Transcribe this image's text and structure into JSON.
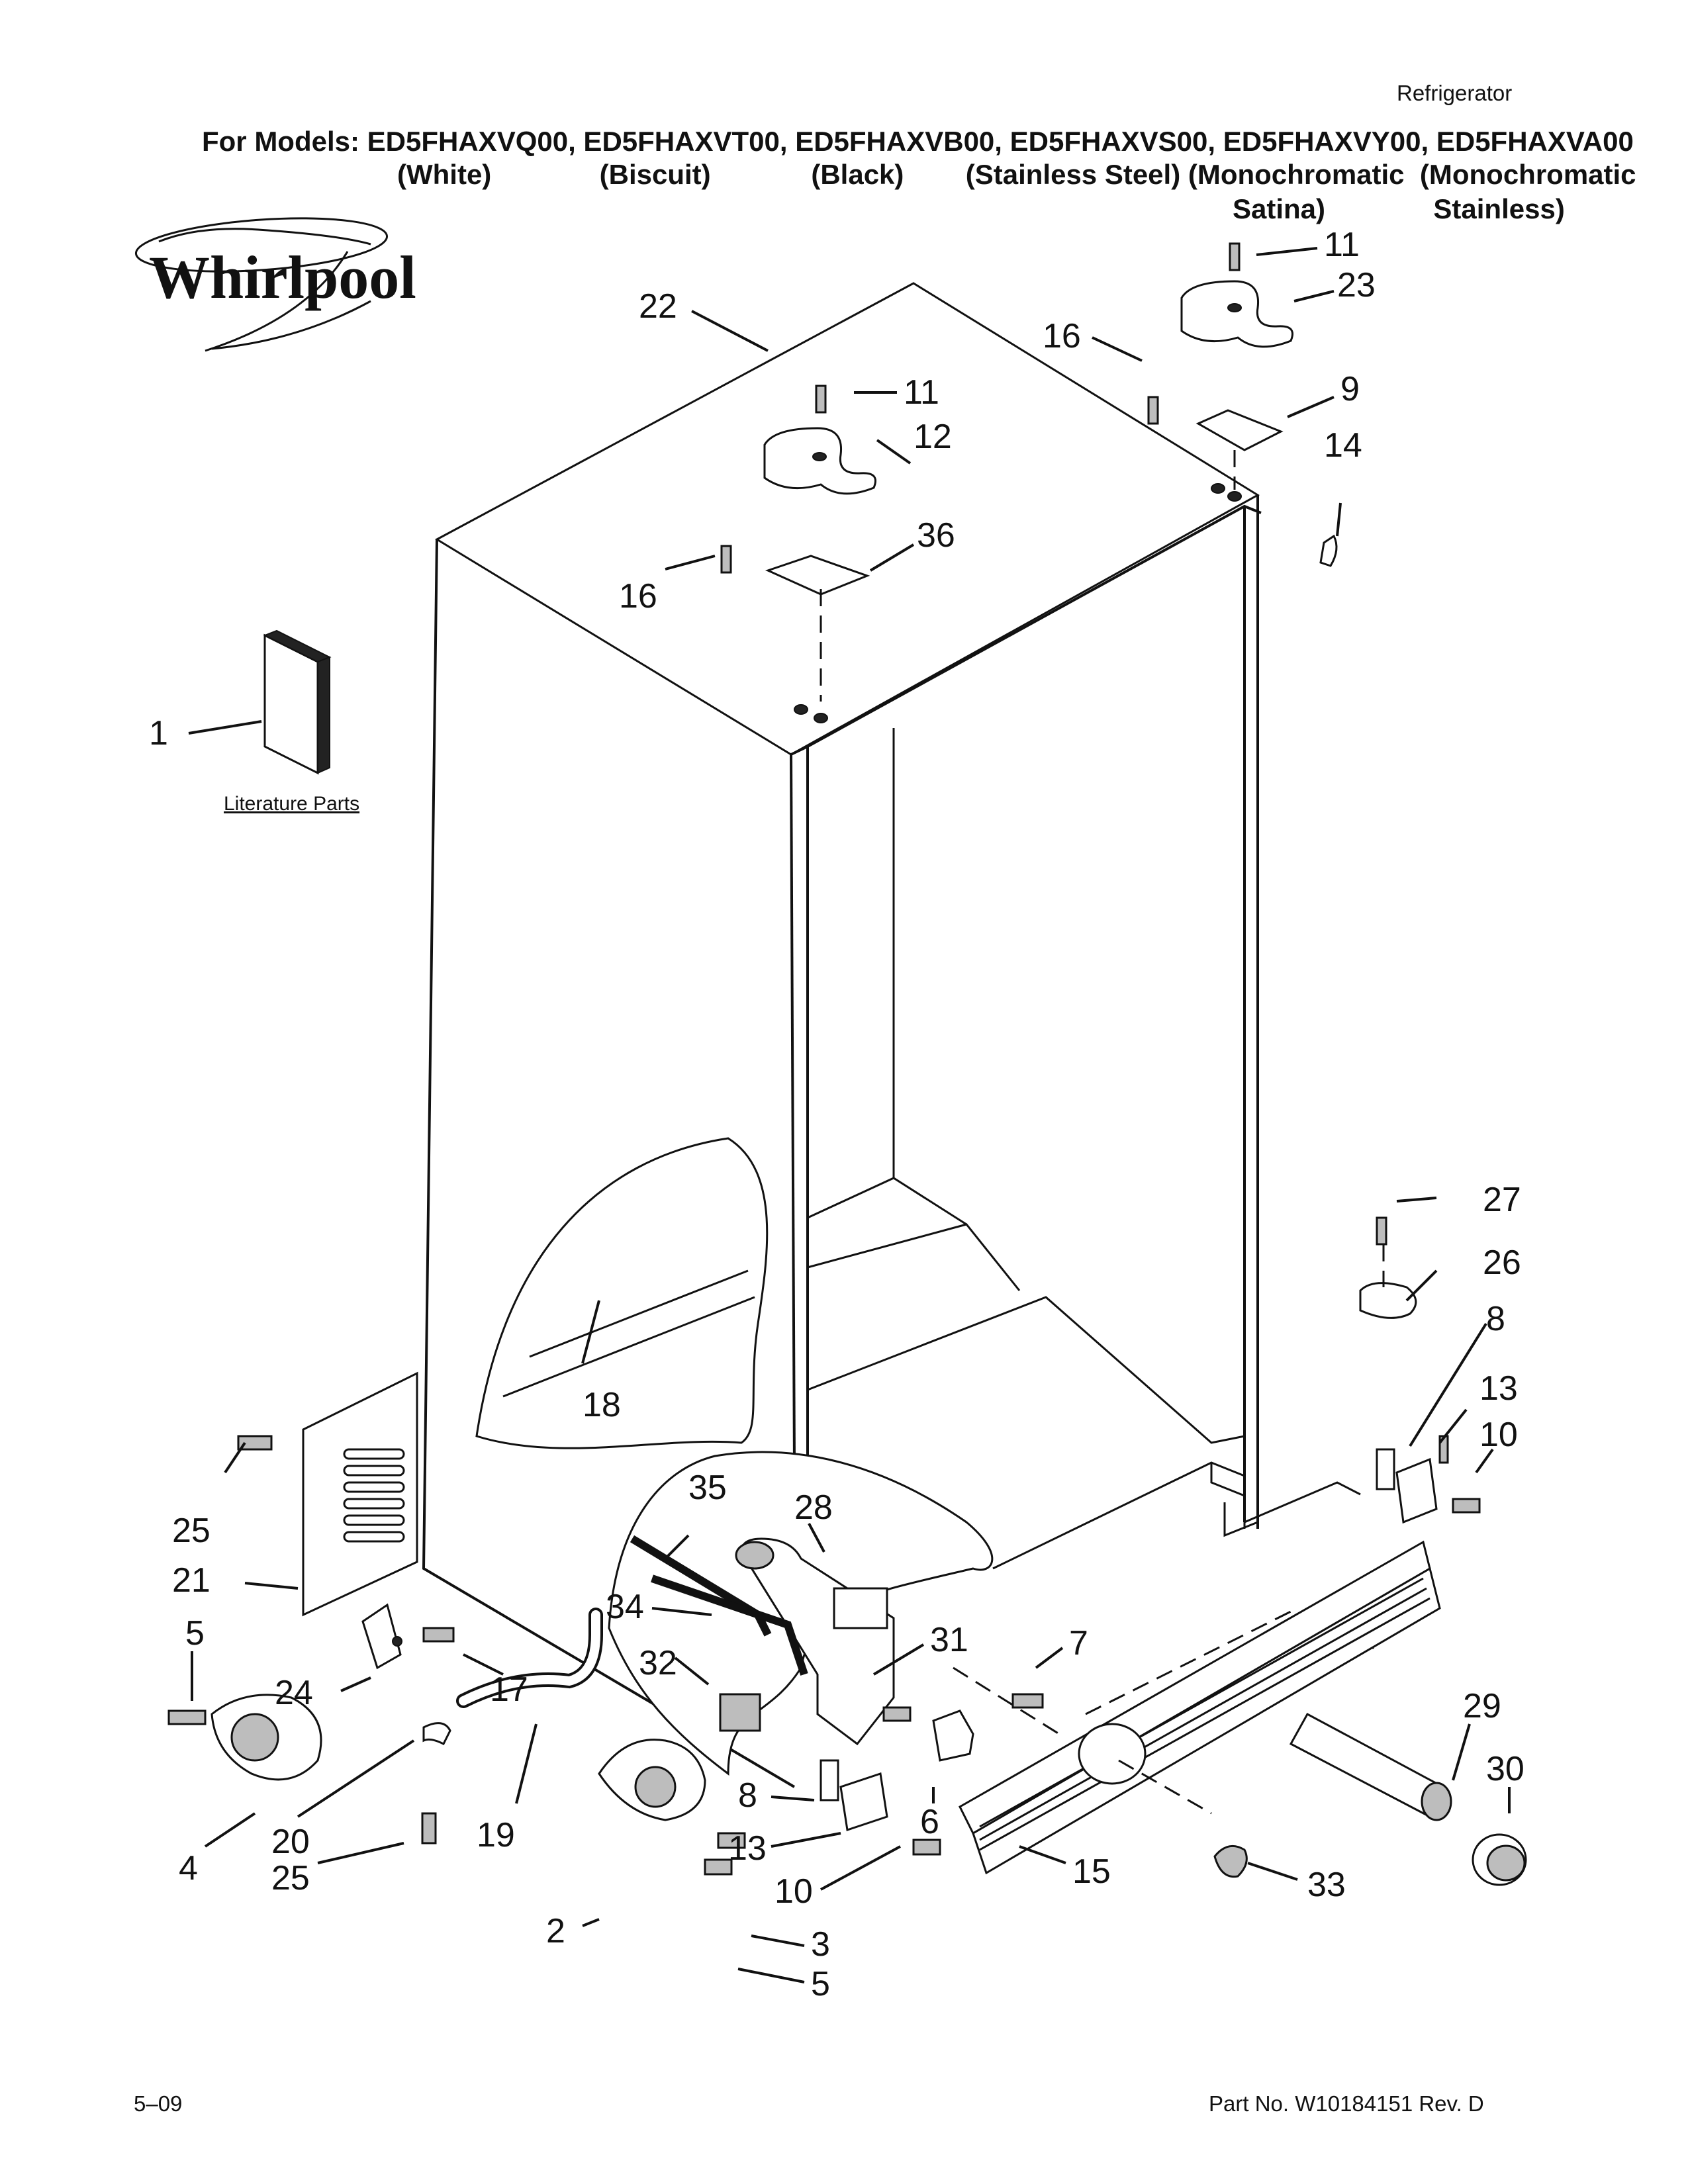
{
  "header": {
    "category": "Refrigerator",
    "models_line": "For Models: ED5FHAXVQ00, ED5FHAXVT00, ED5FHAXVB00, ED5FHAXVS00, ED5FHAXVY00, ED5FHAXVA00",
    "colors_line": "(White)              (Biscuit)             (Black)        (Stainless Steel) (Monochromatic  (Monochromatic",
    "colors_line2": "Satina)              Stainless)"
  },
  "brand": {
    "logo_text": "Whirlpool"
  },
  "literature": {
    "label": "Literature Parts"
  },
  "callouts": [
    "22",
    "11",
    "12",
    "16",
    "36",
    "11",
    "23",
    "16",
    "9",
    "14",
    "1",
    "18",
    "27",
    "26",
    "8",
    "13",
    "10",
    "25",
    "21",
    "5",
    "24",
    "17",
    "4",
    "20",
    "25",
    "19",
    "35",
    "28",
    "34",
    "32",
    "31",
    "7",
    "8",
    "13",
    "10",
    "6",
    "2",
    "3",
    "5",
    "15",
    "29",
    "30",
    "33"
  ],
  "footer": {
    "date": "5–09",
    "part_no": "Part No. W10184151 Rev. D"
  }
}
